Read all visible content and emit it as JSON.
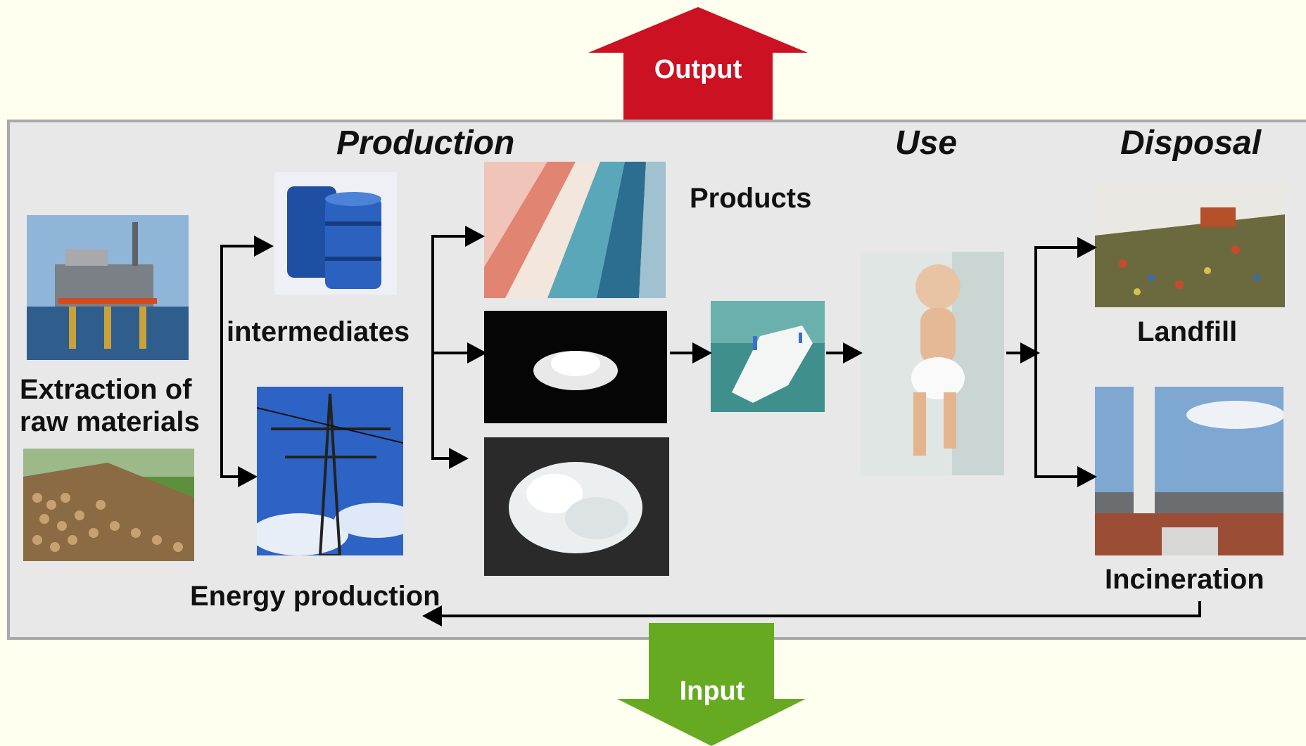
{
  "header_arrow": {
    "label": "Output",
    "color": "#cc1122"
  },
  "footer_arrow": {
    "label": "Input",
    "color": "#66aa22"
  },
  "stages": {
    "production": "Production",
    "use": "Use",
    "disposal": "Disposal"
  },
  "labels": {
    "extraction_line1": "Extraction of",
    "extraction_line2": "raw materials",
    "intermediates": "intermediates",
    "products": "Products",
    "energy_production": "Energy production",
    "landfill": "Landfill",
    "incineration": "Incineration"
  },
  "images": [
    "oil-platform",
    "timber-logs",
    "chemical-drums",
    "power-pylon",
    "nonwoven-fabric",
    "superabsorbent-powder",
    "cellulose-fluff",
    "diaper",
    "toddler",
    "landfill-site",
    "incineration-plant"
  ]
}
